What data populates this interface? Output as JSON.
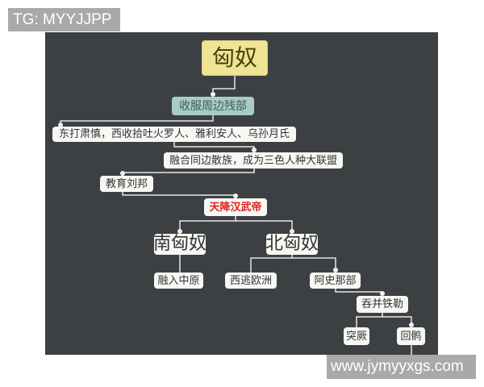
{
  "watermarks": {
    "top": "TG: MYYJJPP",
    "bottom": "www.jymyyxgs.com"
  },
  "colors": {
    "background": "#3d4043",
    "root_fill": "#efe394",
    "teal_fill": "#a7cdc5",
    "node_fill": "#f7f7f4",
    "highlight_text": "#e0201c",
    "connector": "#e6e6e6"
  },
  "mindmap": {
    "root": "匈奴",
    "n1": "收服周边残部",
    "n2": "东打肃慎，西收拾吐火罗人、雅利安人、乌孙月氏",
    "n3": "融合同边散族，成为三色人种大联盟",
    "n4": "教育刘邦",
    "n5": "天降汉武帝",
    "south": "南匈奴",
    "north": "北匈奴",
    "south_child": "融入中原",
    "north_child_1": "西逃欧洲",
    "north_child_2": "阿史那部",
    "ashina_child": "吞并铁勒",
    "tiele_child_1": "突厥",
    "tiele_child_2": "回鹘"
  }
}
